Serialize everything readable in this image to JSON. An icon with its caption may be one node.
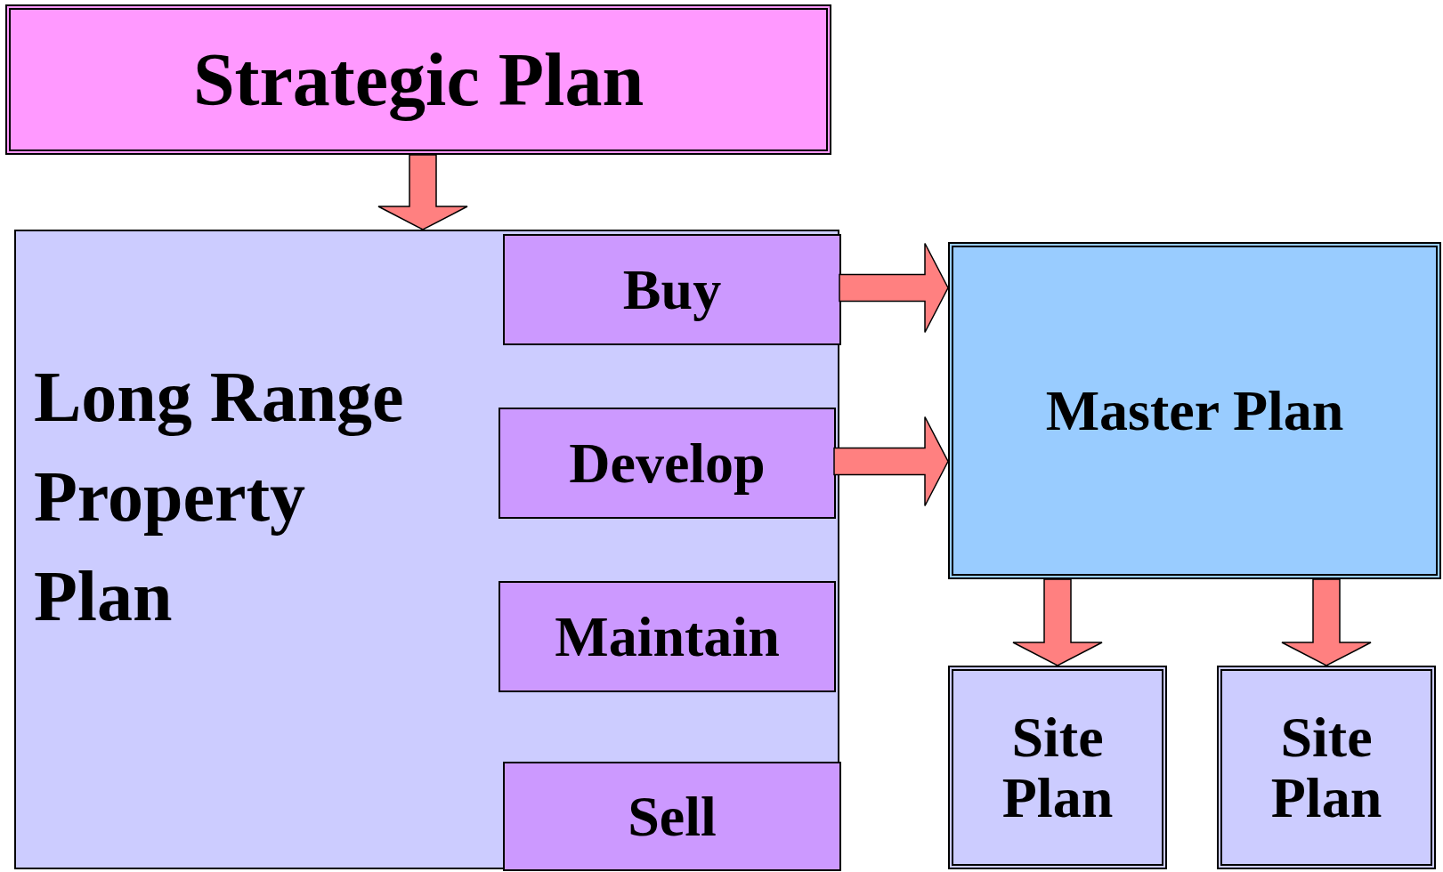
{
  "diagram": {
    "nodes": [
      {
        "text": [
          "Strategic Plan"
        ]
      },
      {
        "text": [
          "Long Range Property Plan"
        ]
      },
      {
        "text": [
          "Buy"
        ],
        "in": 1
      },
      {
        "text": [
          "Develop"
        ],
        "in": 1
      },
      {
        "text": [
          "Maintain"
        ],
        "in": 1
      },
      {
        "text": [
          "Sell"
        ],
        "in": 1
      },
      {
        "text": [
          "Master Plan"
        ]
      },
      {
        "text": [
          "Site Plan"
        ]
      },
      {
        "text": [
          "Site Plan"
        ]
      }
    ],
    "edges": [
      {
        "from": 0,
        "to": 1,
        "arrow": "to"
      },
      {
        "from": 2,
        "to": 6,
        "arrow": "to"
      },
      {
        "from": 3,
        "to": 6,
        "arrow": "to"
      },
      {
        "from": 6,
        "to": 7,
        "arrow": "to"
      },
      {
        "from": 6,
        "to": 8,
        "arrow": "to"
      }
    ]
  }
}
